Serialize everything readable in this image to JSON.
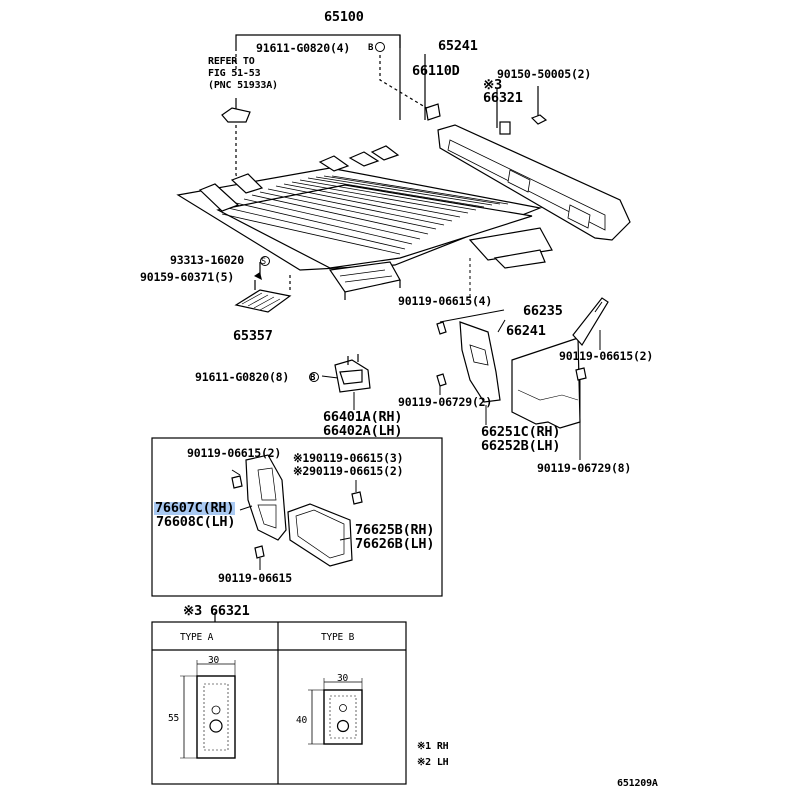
{
  "labels": {
    "p65100": "65100",
    "p91611_top": "91611-G0820(4)",
    "p65241": "65241",
    "p66110d": "66110D",
    "p90150": "90150-50005(2)",
    "p66321_top": "※3\n66321",
    "refer": "REFER TO\nFIG 51-53\n(PNC 51933A)",
    "p93313": "93313-16020",
    "p90159": "90159-60371(5)",
    "p65357": "65357",
    "p90119_4": "90119-06615(4)",
    "p66235": "66235",
    "p66241": "66241",
    "p90119_r2": "90119-06615(2)",
    "p91611_mid": "91611-G0820(8)",
    "p90119_06729_2": "90119-06729(2)",
    "p66401": "66401A(RH)\n66402A(LH)",
    "p66251": "66251C(RH)\n66252B(LH)",
    "p90119_06729_8": "90119-06729(8)",
    "box_90119_2": "90119-06615(2)",
    "box_90119_3": "※190119-06615(3)",
    "box_90119_2b": "※290119-06615(2)",
    "p76607": "76607C(RH)",
    "p76608": "76608C(LH)",
    "p76625": "76625B(RH)\n76626B(LH)",
    "box_90119_bottom": "90119-06615",
    "p66321_table": "※3 66321",
    "type_a": "TYPE  A",
    "type_b": "TYPE  B",
    "dim_a_w": "30",
    "dim_a_h": "55",
    "dim_b_w": "30",
    "dim_b_h": "40",
    "note1": "※1  RH",
    "note2": "※2  LH",
    "fig_code": "651209A",
    "circle_b": "B",
    "circle_s": "S"
  }
}
